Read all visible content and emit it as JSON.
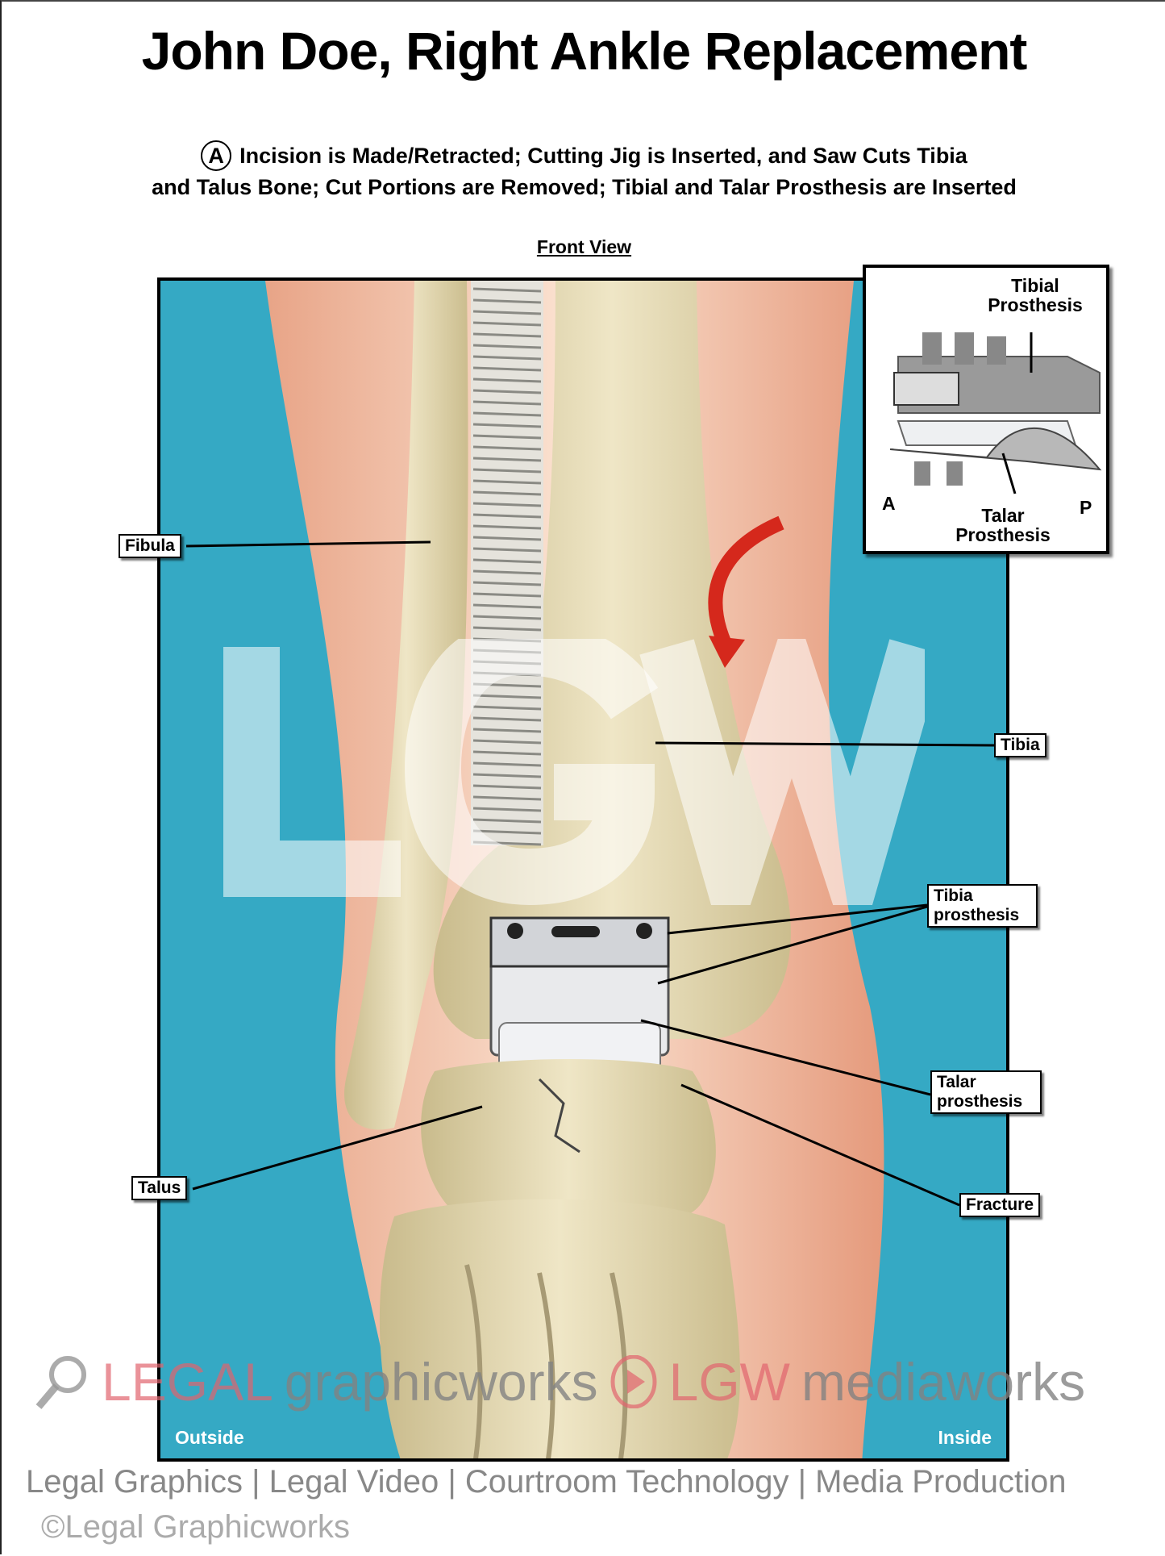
{
  "title": "John Doe, Right Ankle Replacement",
  "step_marker": "A",
  "subtitle_line1": "Incision is Made/Retracted; Cutting Jig is Inserted, and Saw Cuts Tibia",
  "subtitle_line2": "and Talus Bone; Cut Portions are Removed; Tibial and Talar Prosthesis are Inserted",
  "view_label": "Front View",
  "labels": {
    "fibula": "Fibula",
    "tibia": "Tibia",
    "tibia_prosthesis": "Tibia prosthesis",
    "talar_prosthesis": "Talar prosthesis",
    "fracture": "Fracture",
    "talus": "Talus"
  },
  "inset": {
    "tibial": "Tibial Prosthesis",
    "talar": "Talar Prosthesis",
    "anterior": "A",
    "posterior": "P"
  },
  "corners": {
    "outside": "Outside",
    "inside": "Inside"
  },
  "watermark": "©Legal Graphicworks",
  "big_watermark": "LGW",
  "brand": {
    "legal": "LEGAL",
    "graphicworks": "graphicworks",
    "lgw": "LGW",
    "mediaworks": "mediaworks"
  },
  "tagline": "Legal Graphics | Legal Video | Courtroom Technology | Media Production"
}
